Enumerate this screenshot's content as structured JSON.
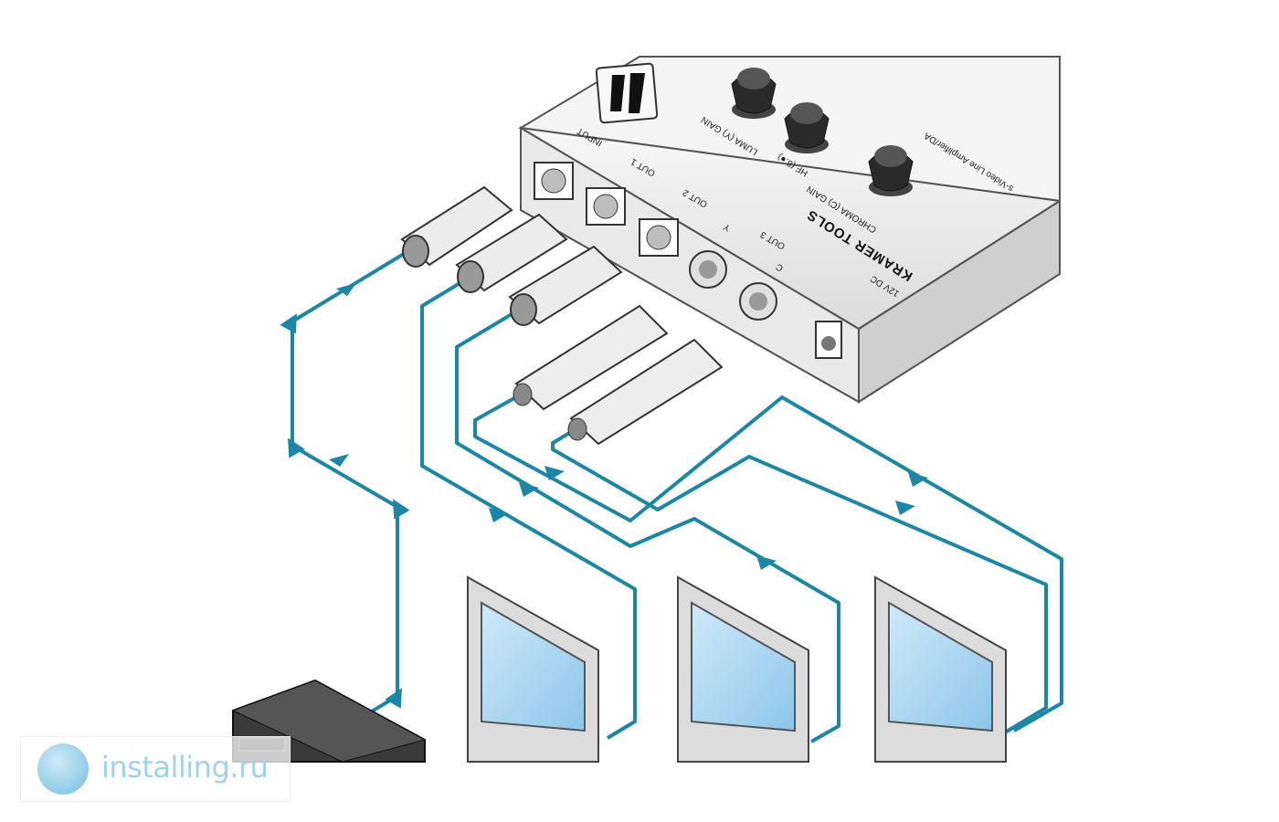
{
  "device": {
    "brand": "KRAMER TOOLS",
    "subtitle": "s-Video Line Amplifier/DA",
    "ports": {
      "input": "INPUT",
      "out1": "OUT 1",
      "out2": "OUT 2",
      "out3": "OUT 3",
      "y": "Y",
      "c": "C",
      "power": "12V DC"
    },
    "knobs": {
      "luma_gain": "LUMA (Y) GAIN",
      "hf": "HF (8.●)",
      "chroma_gain": "CHROMA (C) GAIN"
    }
  },
  "colors": {
    "cable": "#1b86a6",
    "screen": "#aad7f2",
    "monitor_body": "#dcdcdc",
    "device_body": "#f0f0f0"
  },
  "watermark": {
    "text": "installing.ru",
    "icon": "installing-logo-icon"
  }
}
